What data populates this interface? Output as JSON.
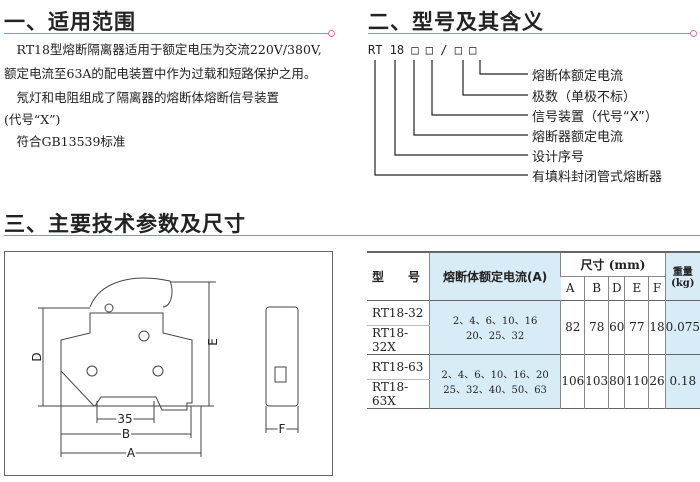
{
  "section1": {
    "title": "一、适用范围",
    "lines": [
      "　RT18型熔断隔离器适用于额定电压为交流220V/380V,",
      "额定电流至63A的配电装置中作为过载和短路保护之用。",
      "　氖灯和电阻组成了隔离器的熔断体熔断信号装置",
      "(代号“X”)",
      "　符合GB13539标准"
    ]
  },
  "section2": {
    "title": "二、型号及其含义",
    "code": "RT 18 □ □ / □ □",
    "labels": [
      "熔断体额定电流",
      "极数（单极不标）",
      "信号装置（代号“X”）",
      "熔断器额定电流",
      "设计序号",
      "有填料封闭管式熔断器"
    ]
  },
  "section3": {
    "title": "三、主要技术参数及尺寸",
    "drawing": {
      "dims": [
        "D",
        "E",
        "35",
        "B",
        "A",
        "F"
      ]
    },
    "table": {
      "h_model": "型　　号",
      "h_current": "熔断体额定电流(A)",
      "h_size": "尺寸 (mm)",
      "h_weight": "重量(kg)",
      "cols": [
        "A",
        "B",
        "D",
        "E",
        "F"
      ],
      "groups": [
        {
          "models": [
            "RT18-32",
            "RT18-32X"
          ],
          "current": "2、4、6、10、16 20、25、32",
          "values": [
            "82",
            "78",
            "60",
            "77",
            "18"
          ],
          "weight": "0.075"
        },
        {
          "models": [
            "RT18-63",
            "RT18-63X"
          ],
          "current": "2、4、6、10、16、20 25、32、40、50、63",
          "values": [
            "106",
            "103",
            "80",
            "110",
            "26"
          ],
          "weight": "0.18"
        }
      ]
    }
  }
}
